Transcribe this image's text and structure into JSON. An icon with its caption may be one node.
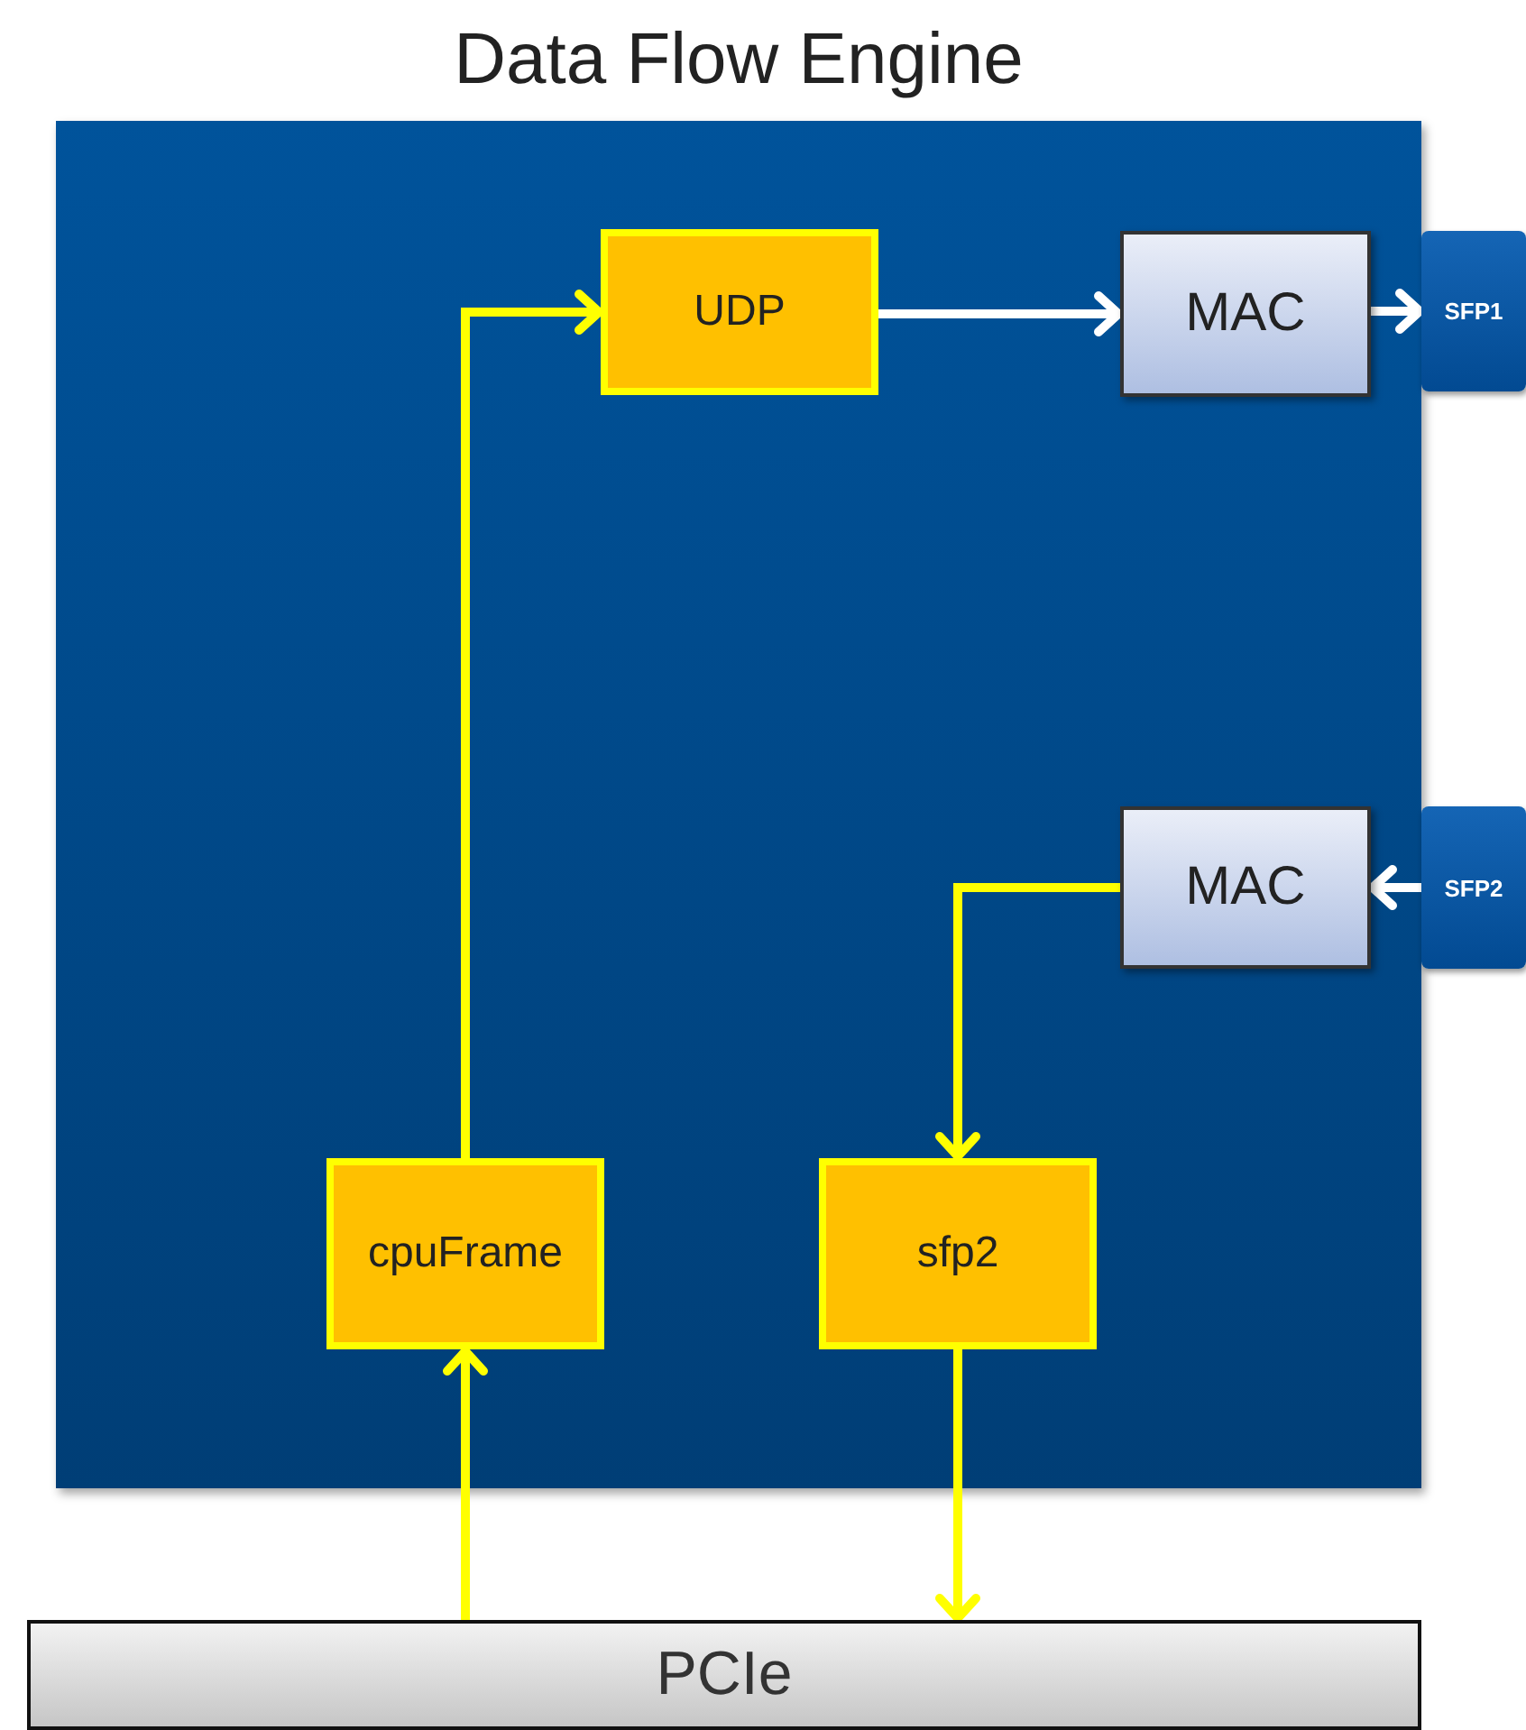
{
  "diagram": {
    "nodes": [
      {
        "text": [
          "Data Flow Engine"
        ]
      },
      {
        "text": [
          "UDP"
        ],
        "in": 0
      },
      {
        "text": [
          "MAC"
        ],
        "in": 0
      },
      {
        "text": [
          "SFP1"
        ]
      },
      {
        "text": [
          "MAC"
        ],
        "in": 0
      },
      {
        "text": [
          "SFP2"
        ]
      },
      {
        "text": [
          "cpuFrame"
        ],
        "in": 0
      },
      {
        "text": [
          "sfp2"
        ],
        "in": 0
      },
      {
        "text": [
          "PCIe"
        ]
      }
    ],
    "edges": [
      {
        "from": 6,
        "to": 1,
        "arrow": "to"
      },
      {
        "from": 1,
        "to": 2,
        "arrow": "to",
        "color": "#ffffff"
      },
      {
        "from": 2,
        "to": 3,
        "arrow": "to",
        "color": "#ffffff"
      },
      {
        "from": 5,
        "to": 4,
        "arrow": "to",
        "color": "#ffffff"
      },
      {
        "from": 4,
        "to": 7,
        "arrow": "to"
      },
      {
        "from": 8,
        "to": 6,
        "arrow": "to"
      },
      {
        "from": 7,
        "to": 8,
        "arrow": "to"
      }
    ]
  }
}
